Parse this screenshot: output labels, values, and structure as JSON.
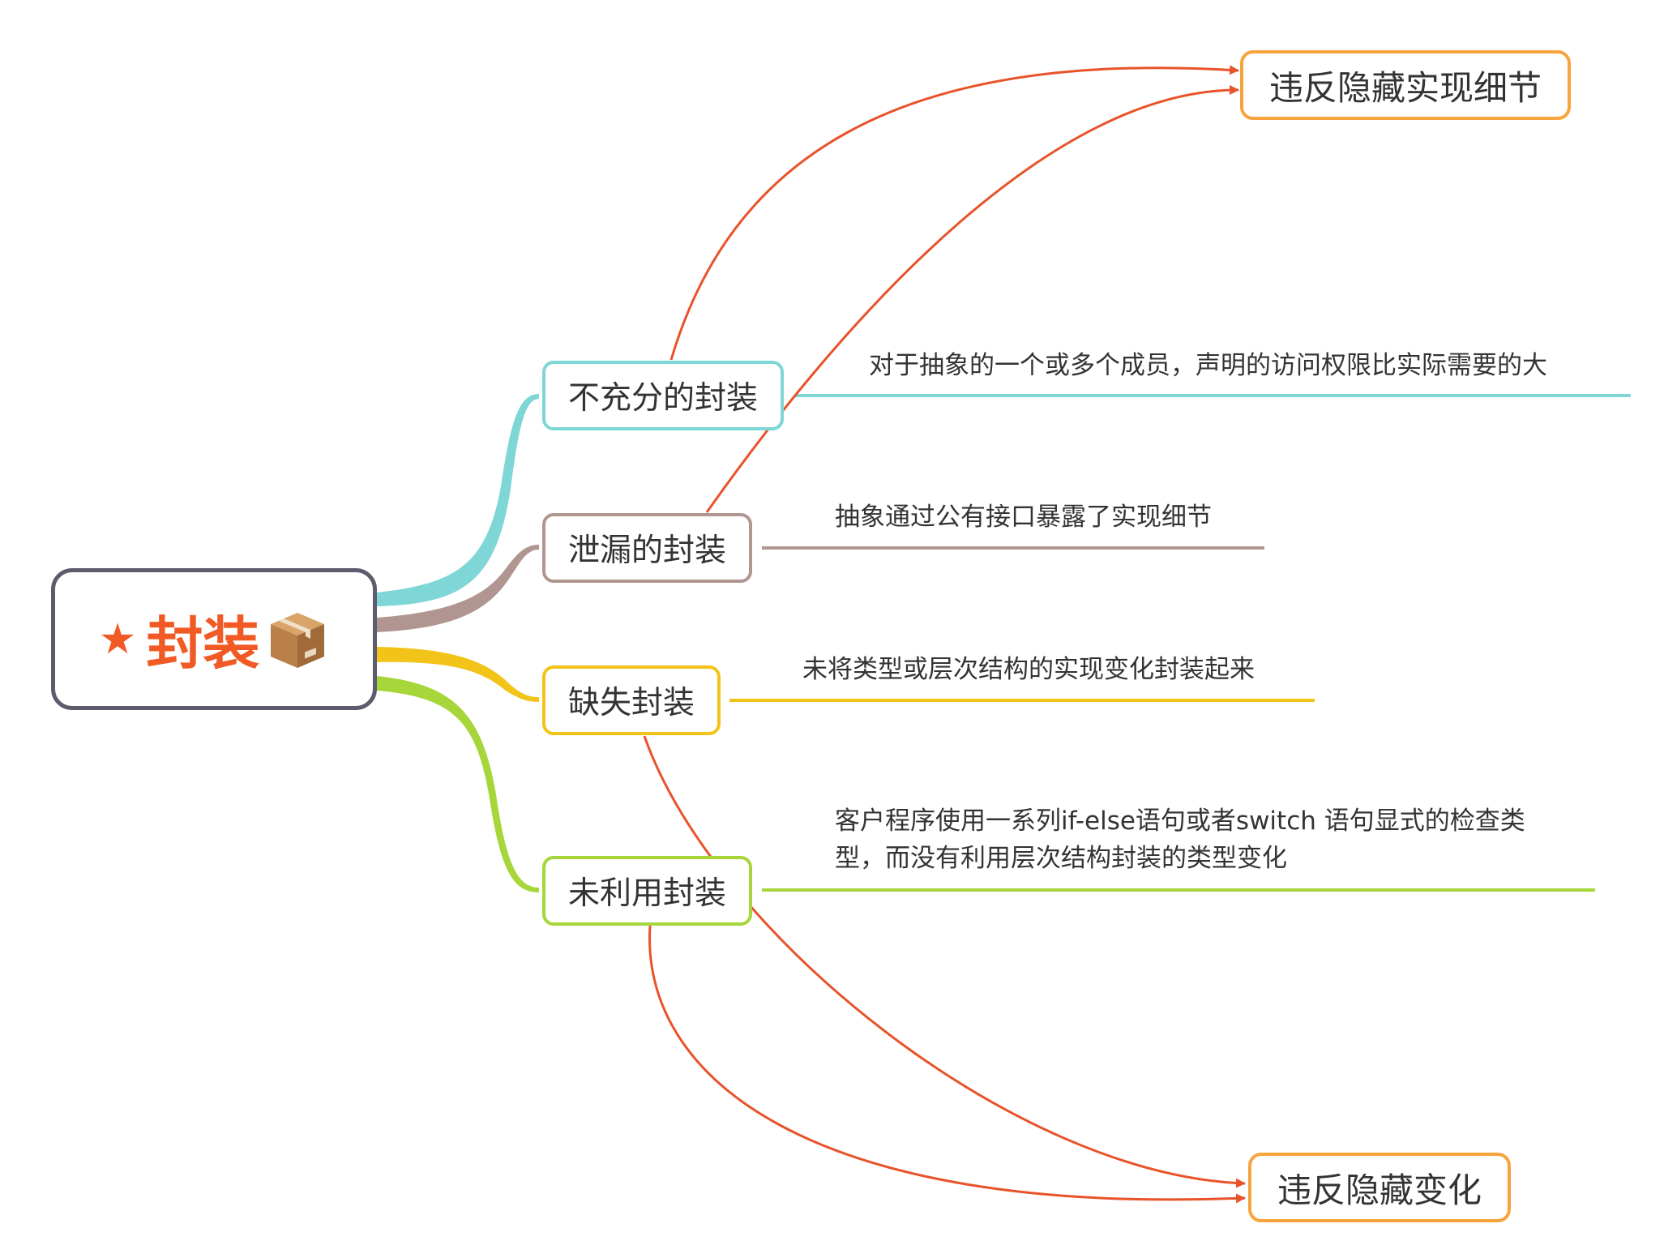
{
  "root": {
    "label": "封装",
    "star_icon": "star-icon",
    "box_icon": "package-icon",
    "accent_color": "#f15a24",
    "border_color": "#5c5c6e"
  },
  "branches": [
    {
      "id": "insufficient",
      "label": "不充分的封装",
      "color": "#7ed6d6",
      "description": "对于抽象的一个或多个成员，声明的访问权限比实际需要的大"
    },
    {
      "id": "leaky",
      "label": "泄漏的封装",
      "color": "#b09590",
      "description": "抽象通过公有接口暴露了实现细节"
    },
    {
      "id": "missing",
      "label": "缺失封装",
      "color": "#f2c318",
      "description": "未将类型或层次结构的实现变化封装起来"
    },
    {
      "id": "unexploited",
      "label": "未利用封装",
      "color": "#a6d63a",
      "description_line1": "客户程序使用一系列if-else语句或者switch 语句显式的检查类",
      "description_line2": "型，而没有利用层次结构封装的类型变化"
    }
  ],
  "targets": {
    "hiding_details": {
      "label": "违反隐藏实现细节",
      "border_color": "#f7a43c"
    },
    "hiding_variation": {
      "label": "违反隐藏变化",
      "border_color": "#f7a43c"
    }
  },
  "relation_color": "#e8532a"
}
